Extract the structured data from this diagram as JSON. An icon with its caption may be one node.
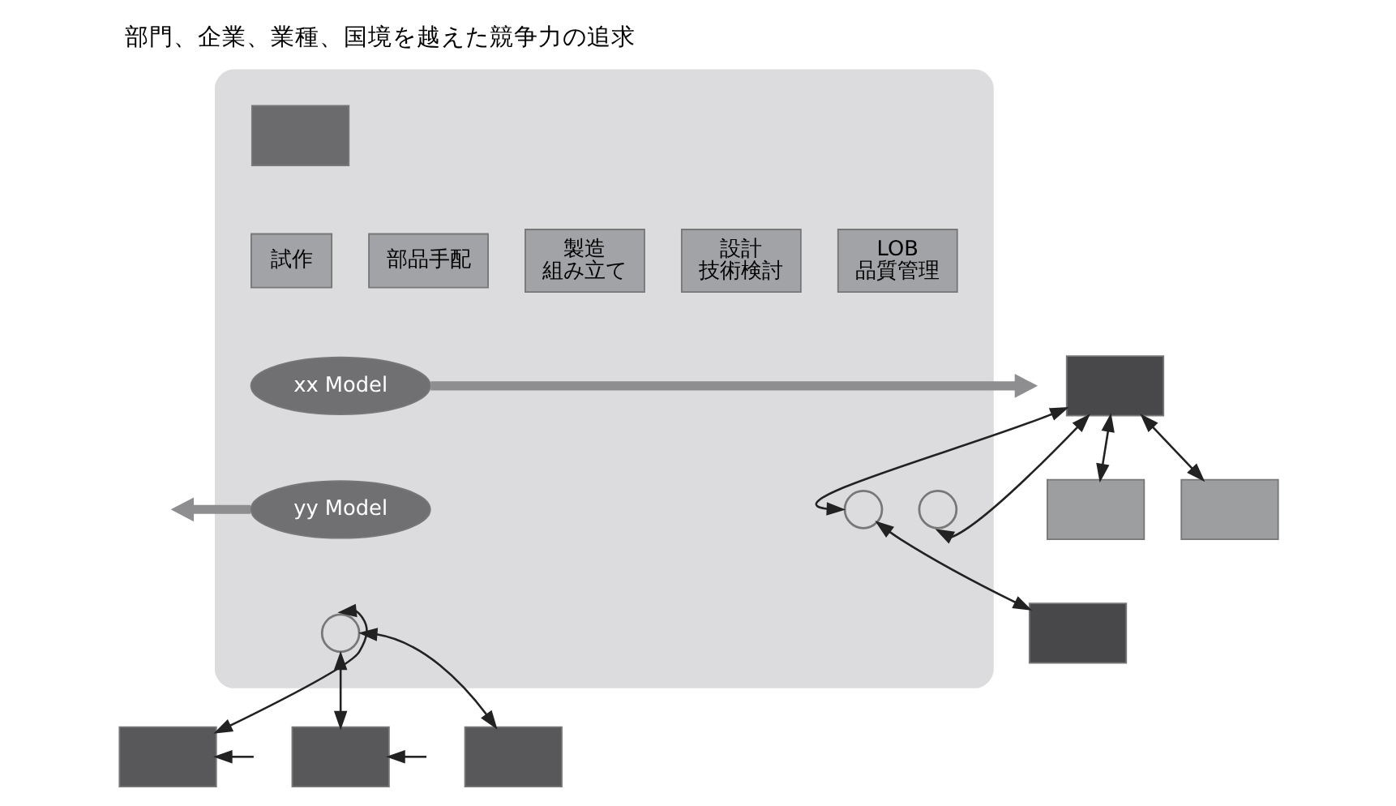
{
  "diagram": {
    "title": "部門、企業、業種、国境を越えた競争力の追求",
    "nodes": [
      {
        "text": [],
        "shape": "ellipse"
      },
      {
        "text": [],
        "shape": "box",
        "in": 0
      },
      {
        "text": [
          "設計",
          "技術検討"
        ],
        "in": 0
      },
      {
        "text": [
          "製造",
          "組み立て"
        ],
        "in": 0
      },
      {
        "text": [
          "試作"
        ],
        "in": 0
      },
      {
        "text": [
          "部品手配"
        ],
        "in": 0
      },
      {
        "text": [
          "LOB",
          "品質管理"
        ],
        "in": 0
      },
      {
        "text": [
          "xx Model"
        ],
        "in": 0
      },
      {
        "text": [
          "yy Model"
        ],
        "in": 0
      },
      {
        "text": [],
        "shape": "circle",
        "in": 0
      },
      {
        "text": [],
        "shape": "circle",
        "in": 0
      },
      {
        "text": [],
        "shape": "circle",
        "in": 0
      },
      {
        "text": [],
        "shape": "box"
      },
      {
        "text": [],
        "shape": "box"
      },
      {
        "text": [],
        "shape": "box"
      },
      {
        "text": [],
        "shape": "box"
      },
      {
        "text": [],
        "shape": "box"
      },
      {
        "text": [],
        "shape": "box"
      },
      {
        "text": [],
        "shape": "box"
      }
    ],
    "edges": [
      {
        "from": 7,
        "to": null,
        "arrow": "to",
        "style": "thick",
        "color": "#8e8e90"
      },
      {
        "from": 8,
        "to": null,
        "arrow": "to",
        "style": "thick",
        "color": "#8e8e90"
      },
      {
        "from": 9,
        "to": 14,
        "arrow": "both"
      },
      {
        "from": 15,
        "to": 9,
        "arrow": "both"
      },
      {
        "from": 15,
        "to": 10,
        "arrow": "both"
      },
      {
        "from": 11,
        "to": 12,
        "arrow": "both"
      },
      {
        "from": 11,
        "to": 13,
        "arrow": "both"
      },
      {
        "from": 11,
        "to": 18,
        "arrow": "both"
      },
      {
        "from": null,
        "to": 12,
        "arrow": "to"
      },
      {
        "from": null,
        "to": 18,
        "arrow": "to"
      },
      {
        "from": 15,
        "to": 16,
        "arrow": "both"
      },
      {
        "from": 15,
        "to": 17,
        "arrow": "both"
      }
    ]
  }
}
